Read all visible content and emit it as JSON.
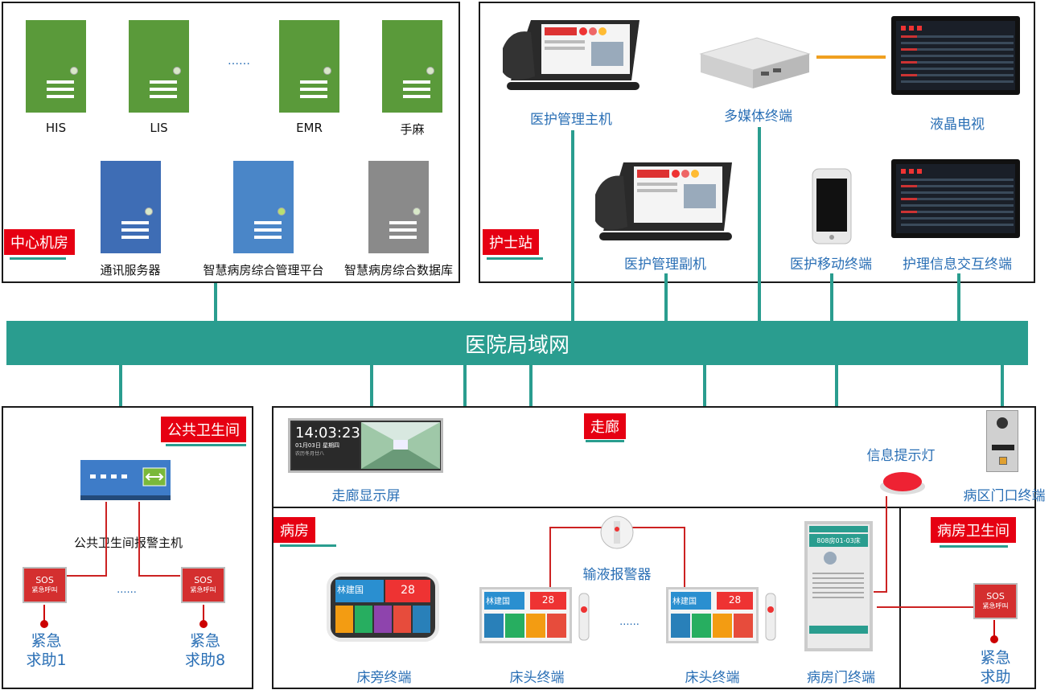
{
  "backbone": {
    "label": "医院局域网"
  },
  "center": {
    "tag": "中心机房",
    "servers": [
      {
        "label": "HIS",
        "color": "#5a9a3a"
      },
      {
        "label": "LIS",
        "color": "#5a9a3a"
      },
      {
        "label": "EMR",
        "color": "#5a9a3a"
      },
      {
        "label": "手麻",
        "color": "#5a9a3a"
      },
      {
        "label": "通讯服务器",
        "color": "#3e6db5"
      },
      {
        "label": "智慧病房综合管理平台",
        "color": "#4a86c8"
      },
      {
        "label": "智慧病房综合数据库",
        "color": "#8a8a8a"
      }
    ],
    "ellipsis": "……"
  },
  "nurse": {
    "tag": "护士站",
    "main_host": "医护管理主机",
    "multimedia": "多媒体终端",
    "lcd_tv": "液晶电视",
    "sub_host": "医护管理副机",
    "mobile": "医护移动终端",
    "interactive": "护理信息交互终端"
  },
  "public": {
    "tag": "公共卫生间",
    "alarm_host": "公共卫生间报警主机",
    "sos1": "紧急\n求助1",
    "sos8": "紧急\n求助8",
    "ellipsis": "······",
    "sos_text": "SOS",
    "sos_sub": "紧急呼叫"
  },
  "corridor": {
    "tag": "走廊",
    "display": "走廊显示屏",
    "clock": "14:03:23",
    "date": "01月03日 星期四",
    "lunar": "农历冬月廿八",
    "info_light": "信息提示灯",
    "door_terminal": "病区门口终端"
  },
  "ward": {
    "tag": "病房",
    "bedside": "床旁终端",
    "infusion": "输液报警器",
    "bedhead1": "床头终端",
    "bedhead2": "床头终端",
    "door": "病房门终端",
    "patient": "林建国",
    "bed": "28",
    "room": "808房01-03床",
    "ellipsis": "······"
  },
  "ward_bath": {
    "tag": "病房卫生间",
    "sos": "紧急\n求助"
  },
  "colors": {
    "teal": "#2a9d8f",
    "red": "#e60012",
    "label_blue": "#2a6fb5"
  }
}
